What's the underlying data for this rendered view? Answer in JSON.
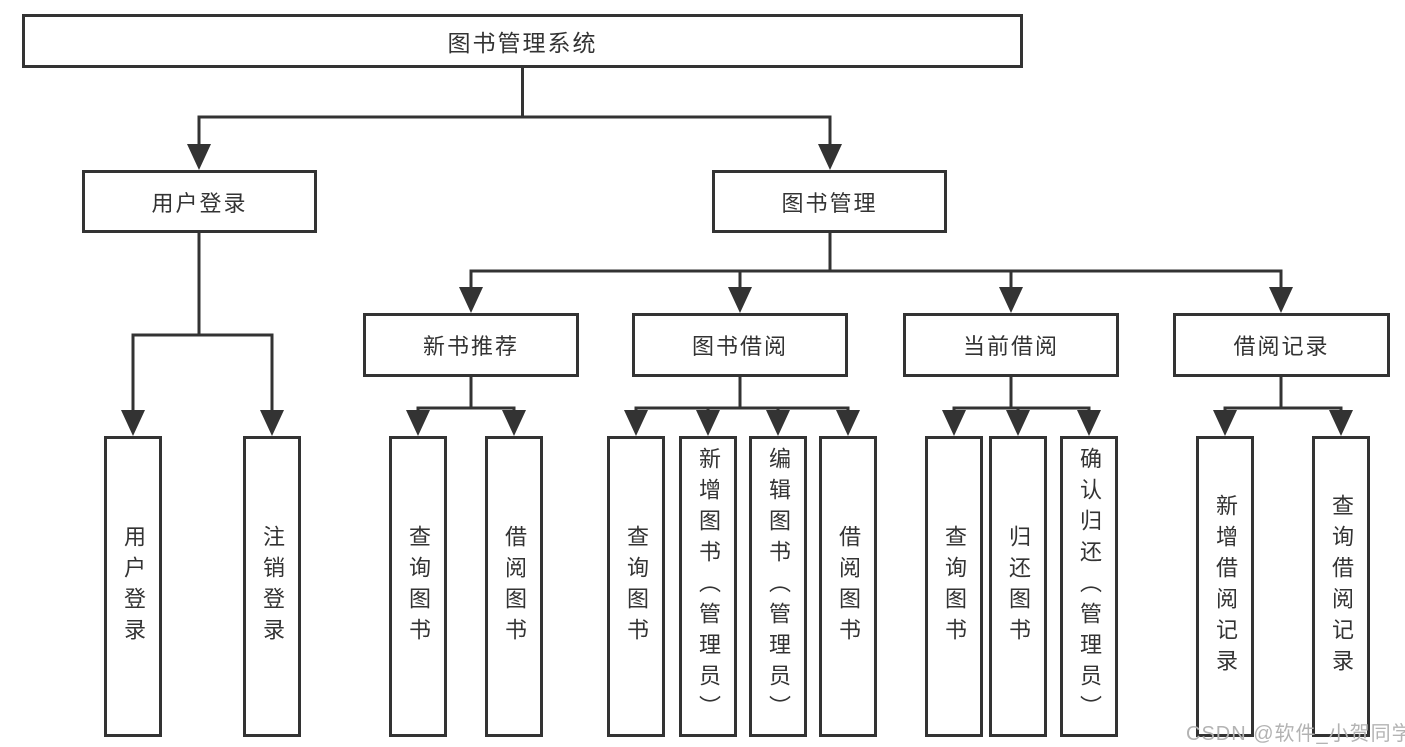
{
  "diagram": {
    "root": {
      "label": "图书管理系统"
    },
    "branches": [
      {
        "label": "用户登录",
        "children": [
          {
            "label": "用户登录"
          },
          {
            "label": "注销登录"
          }
        ]
      },
      {
        "label": "图书管理",
        "children": [
          {
            "label": "新书推荐",
            "children": [
              {
                "label": "查询图书"
              },
              {
                "label": "借阅图书"
              }
            ]
          },
          {
            "label": "图书借阅",
            "children": [
              {
                "label": "查询图书"
              },
              {
                "label": "新增图书（管理员）"
              },
              {
                "label": "编辑图书（管理员）"
              },
              {
                "label": "借阅图书"
              }
            ]
          },
          {
            "label": "当前借阅",
            "children": [
              {
                "label": "查询图书"
              },
              {
                "label": "归还图书"
              },
              {
                "label": "确认归还（管理员）"
              }
            ]
          },
          {
            "label": "借阅记录",
            "children": [
              {
                "label": "新增借阅记录"
              },
              {
                "label": "查询借阅记录"
              }
            ]
          }
        ]
      }
    ]
  },
  "watermark": {
    "text": "CSDN @软件_小贺同学"
  },
  "colors": {
    "line": "#333333",
    "text": "#333333",
    "box_fill": "#ffffff",
    "background": "#ffffff",
    "watermark": "#b3b3b3"
  }
}
